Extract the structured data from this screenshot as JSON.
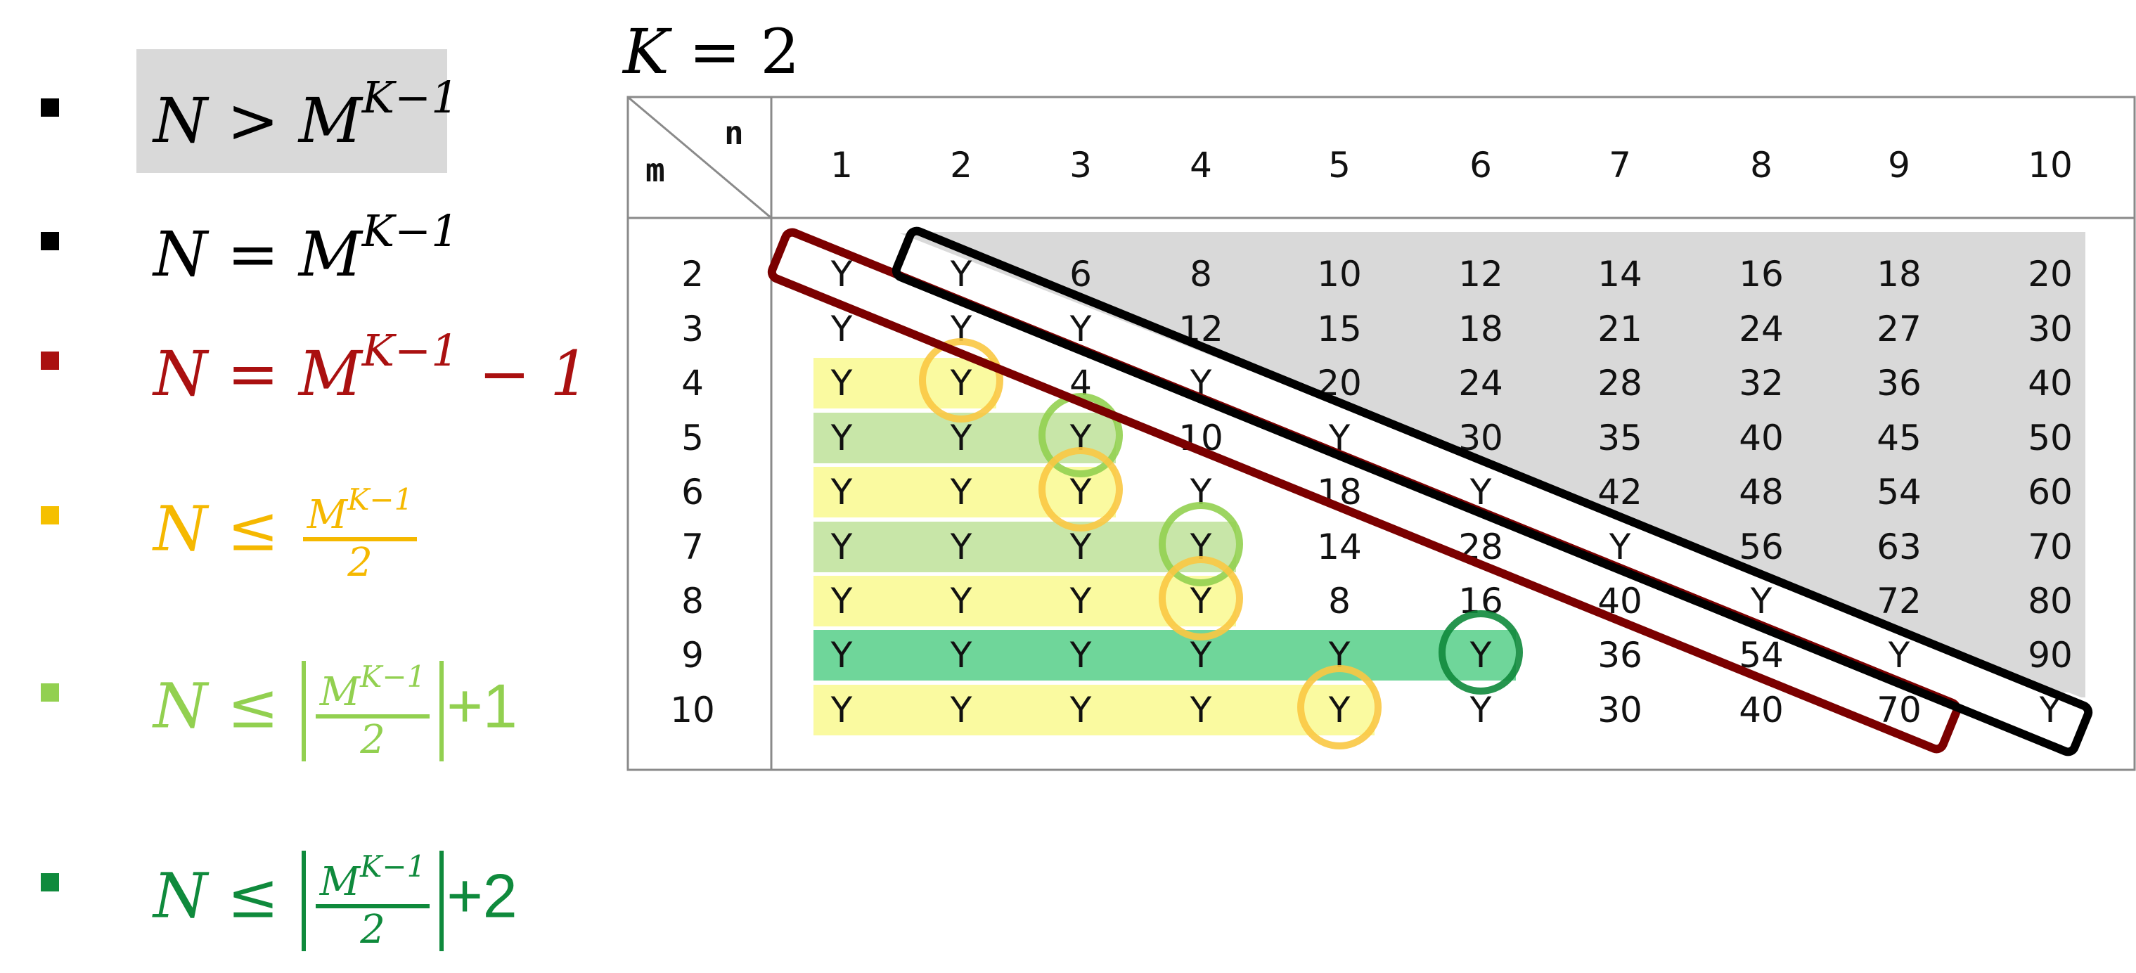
{
  "legend": [
    {
      "id": "gt",
      "html": "<span class=\"up\">N</span> &gt; <span class=\"up\">M</span><sup>K−1</sup>",
      "color": "#000000",
      "bullet": "#000000",
      "highlight": "#d9d9d9"
    },
    {
      "id": "eq",
      "html": "<span class=\"up\">N</span> = <span class=\"up\">M</span><sup>K−1</sup>",
      "color": "#000000",
      "bullet": "#000000"
    },
    {
      "id": "eqm1",
      "html": "<span class=\"up\">N</span> = <span class=\"up\">M</span><sup>K−1</sup> − 1",
      "color": "#aa1010",
      "bullet": "#aa1010"
    },
    {
      "id": "lehalf",
      "html": "<span class=\"up\">N</span> ≤ <span class=\"frac\"><span class=\"num\">M<sup>K−1</sup></span><span class=\"bar\" style=\"background:#f5b800\"></span><span class=\"den\">2</span></span>",
      "color": "#f5b800",
      "bullet": "#f5c000"
    },
    {
      "id": "lefloor1",
      "html": "<span class=\"up\">N</span> ≤ <span class=\"floorbox\"><span class=\"frac\"><span class=\"num\">M<sup>K−1</sup></span><span class=\"bar\" style=\"background:#92d050\"></span><span class=\"den\">2</span></span></span><span class=\"plain\">+1</span>",
      "color": "#92d050",
      "bullet": "#92d050"
    },
    {
      "id": "lefloor2",
      "html": "<span class=\"up\">N</span> ≤ <span class=\"floorbox\"><span class=\"frac\"><span class=\"num\">M<sup>K−1</sup></span><span class=\"bar\" style=\"background:#0f8a3c\"></span><span class=\"den\">2</span></span></span><span class=\"plain\">+2</span>",
      "color": "#0f8a3c",
      "bullet": "#0f8a3c"
    }
  ],
  "title": {
    "var": "K",
    "rest": " = 2"
  },
  "table": {
    "header_m": "m",
    "header_n": "n",
    "cols": [
      "1",
      "2",
      "3",
      "4",
      "5",
      "6",
      "7",
      "8",
      "9",
      "10"
    ],
    "rows": [
      {
        "m": "2",
        "cells": [
          "Y",
          "Y",
          "6",
          "8",
          "10",
          "12",
          "14",
          "16",
          "18",
          "20"
        ]
      },
      {
        "m": "3",
        "cells": [
          "Y",
          "Y",
          "Y",
          "12",
          "15",
          "18",
          "21",
          "24",
          "27",
          "30"
        ]
      },
      {
        "m": "4",
        "cells": [
          "Y",
          "Y",
          "4",
          "Y",
          "20",
          "24",
          "28",
          "32",
          "36",
          "40"
        ]
      },
      {
        "m": "5",
        "cells": [
          "Y",
          "Y",
          "Y",
          "10",
          "Y",
          "30",
          "35",
          "40",
          "45",
          "50"
        ]
      },
      {
        "m": "6",
        "cells": [
          "Y",
          "Y",
          "Y",
          "Y",
          "18",
          "Y",
          "42",
          "48",
          "54",
          "60"
        ]
      },
      {
        "m": "7",
        "cells": [
          "Y",
          "Y",
          "Y",
          "Y",
          "14",
          "28",
          "Y",
          "56",
          "63",
          "70"
        ]
      },
      {
        "m": "8",
        "cells": [
          "Y",
          "Y",
          "Y",
          "Y",
          "8",
          "16",
          "40",
          "Y",
          "72",
          "80"
        ]
      },
      {
        "m": "9",
        "cells": [
          "Y",
          "Y",
          "Y",
          "Y",
          "Y",
          "Y",
          "36",
          "54",
          "Y",
          "90"
        ]
      },
      {
        "m": "10",
        "cells": [
          "Y",
          "Y",
          "Y",
          "Y",
          "Y",
          "Y",
          "30",
          "40",
          "70",
          "Y"
        ]
      }
    ]
  },
  "colors": {
    "gray_region": "#d9d9d9",
    "yellow_band": "#fafaa0",
    "lightgreen_band": "#c8e6a8",
    "green_band": "#6fd69a",
    "circle_orange": "#f9c843",
    "circle_lightgreen": "#92d050",
    "circle_darkgreen": "#0f8a3c",
    "outline_red": "#7b0000",
    "outline_black": "#000000",
    "grid": "#8a8a8a"
  }
}
